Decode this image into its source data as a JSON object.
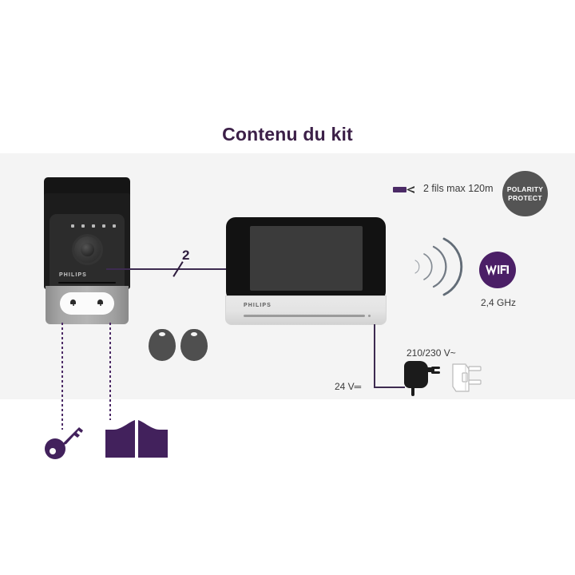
{
  "page": {
    "title": "Contenu du kit",
    "title_color": "#3c2048",
    "background": "#ffffff",
    "band_color": "#f4f4f4"
  },
  "door_station": {
    "name": "door-station",
    "brand": "PHILIPS",
    "led_count": 5,
    "call_buttons": 2,
    "body_color": "#1c1c1c",
    "lower_color": "#b4b4b4",
    "nameplate_color": "#fbfbfb"
  },
  "monitor": {
    "name": "indoor-monitor",
    "brand": "PHILIPS",
    "bezel_color": "#121212",
    "screen_color": "#3b3b3b",
    "base_color": "#e3e3e3"
  },
  "wiring": {
    "conductor_count": "2",
    "wire_color": "#3d2b50",
    "legend_wire_label": "2 fils max 120m",
    "dc_label": "24 V═",
    "ac_label": "210/230 V~"
  },
  "badges": {
    "polarity_line1": "POLARITY",
    "polarity_line2": "PROTECT",
    "polarity_color": "#545454",
    "wifi_label": "WiFi",
    "wifi_color": "#4b1f66",
    "wifi_frequency": "2,4 GHz"
  },
  "accessories": {
    "fob_count": 2,
    "fob_color": "#4f4f4f",
    "key_icon_color": "#42215c",
    "gate_icon_color": "#42215c"
  },
  "icons": {
    "key": "key-icon",
    "gate": "gate-icon",
    "wifi_waves": "wifi-waves-icon",
    "power_adapter": "power-adapter-icon",
    "uk_plug": "uk-plug-icon",
    "two_wire": "two-wire-icon",
    "bell": "bell-icon",
    "camera_lens": "camera-lens-icon",
    "rfid_fob": "rfid-fob-icon"
  }
}
